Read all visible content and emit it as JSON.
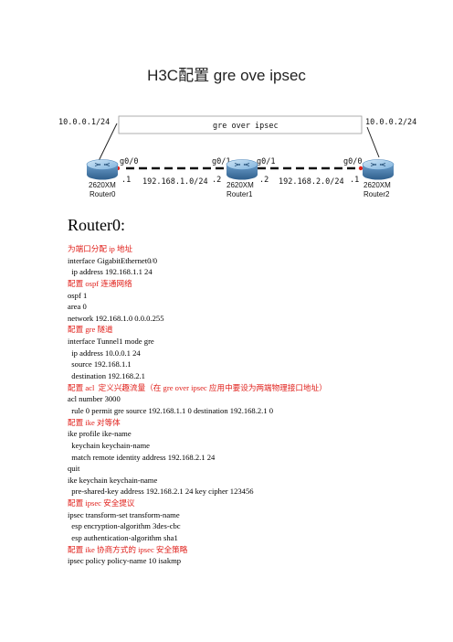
{
  "title": "H3C配置 gre ove ipsec",
  "diagram": {
    "tunnel_label": "gre over ipsec",
    "left_net": "10.0.0.1/24",
    "right_net": "10.0.0.2/24",
    "link1_net": "192.168.1.0/24",
    "link2_net": "192.168.2.0/24",
    "routers": [
      {
        "model": "2620XM",
        "name": "Router0"
      },
      {
        "model": "2620XM",
        "name": "Router1"
      },
      {
        "model": "2620XM",
        "name": "Router2"
      }
    ],
    "ports": {
      "r0_g0": "g0/0",
      "r0_addr": ".1",
      "r1_g0": "g0/1",
      "r1_addr_left": ".2",
      "r1_g1": "g0/1",
      "r1_addr_right": ".2",
      "r2_g0": "g0/0",
      "r2_addr": ".1"
    }
  },
  "heading": "Router0:",
  "lines": [
    {
      "text": "为端口分配 ip 地址",
      "comment": true
    },
    {
      "text": "interface GigabitEthernet0/0",
      "comment": false
    },
    {
      "text": "  ip address 192.168.1.1 24",
      "comment": false
    },
    {
      "text": "配置 ospf 连通网络",
      "comment": true
    },
    {
      "text": "ospf 1",
      "comment": false
    },
    {
      "text": "area 0",
      "comment": false
    },
    {
      "text": "network 192.168.1.0 0.0.0.255",
      "comment": false
    },
    {
      "text": "配置 gre 隧道",
      "comment": true
    },
    {
      "text": "interface Tunnel1 mode gre",
      "comment": false
    },
    {
      "text": "  ip address 10.0.0.1 24",
      "comment": false
    },
    {
      "text": "  source 192.168.1.1",
      "comment": false
    },
    {
      "text": "  destination 192.168.2.1",
      "comment": false
    },
    {
      "text": "配置 acl  定义兴趣流量（在 gre over ipsec 应用中要设为两端物理接口地址）",
      "comment": true
    },
    {
      "text": "acl number 3000",
      "comment": false
    },
    {
      "text": "  rule 0 permit gre source 192.168.1.1 0 destination 192.168.2.1 0",
      "comment": false
    },
    {
      "text": "配置 ike 对等体",
      "comment": true
    },
    {
      "text": "ike profile ike-name",
      "comment": false
    },
    {
      "text": "  keychain keychain-name",
      "comment": false
    },
    {
      "text": "  match remote identity address 192.168.2.1 24",
      "comment": false
    },
    {
      "text": "quit",
      "comment": false
    },
    {
      "text": "ike keychain keychain-name",
      "comment": false
    },
    {
      "text": "  pre-shared-key address 192.168.2.1 24 key cipher 123456",
      "comment": false
    },
    {
      "text": "配置 ipsec 安全提议",
      "comment": true
    },
    {
      "text": "ipsec transform-set transform-name",
      "comment": false
    },
    {
      "text": "  esp encryption-algorithm 3des-cbc",
      "comment": false
    },
    {
      "text": "  esp authentication-algorithm sha1",
      "comment": false
    },
    {
      "text": "配置 ike 协商方式的 ipsec 安全策略",
      "comment": true
    },
    {
      "text": "ipsec policy policy-name 10 isakmp",
      "comment": false
    }
  ],
  "colors": {
    "comment": "#e0201b",
    "text": "#000000",
    "router_body": "#4f86b8",
    "router_top": "#8fc0e6"
  }
}
